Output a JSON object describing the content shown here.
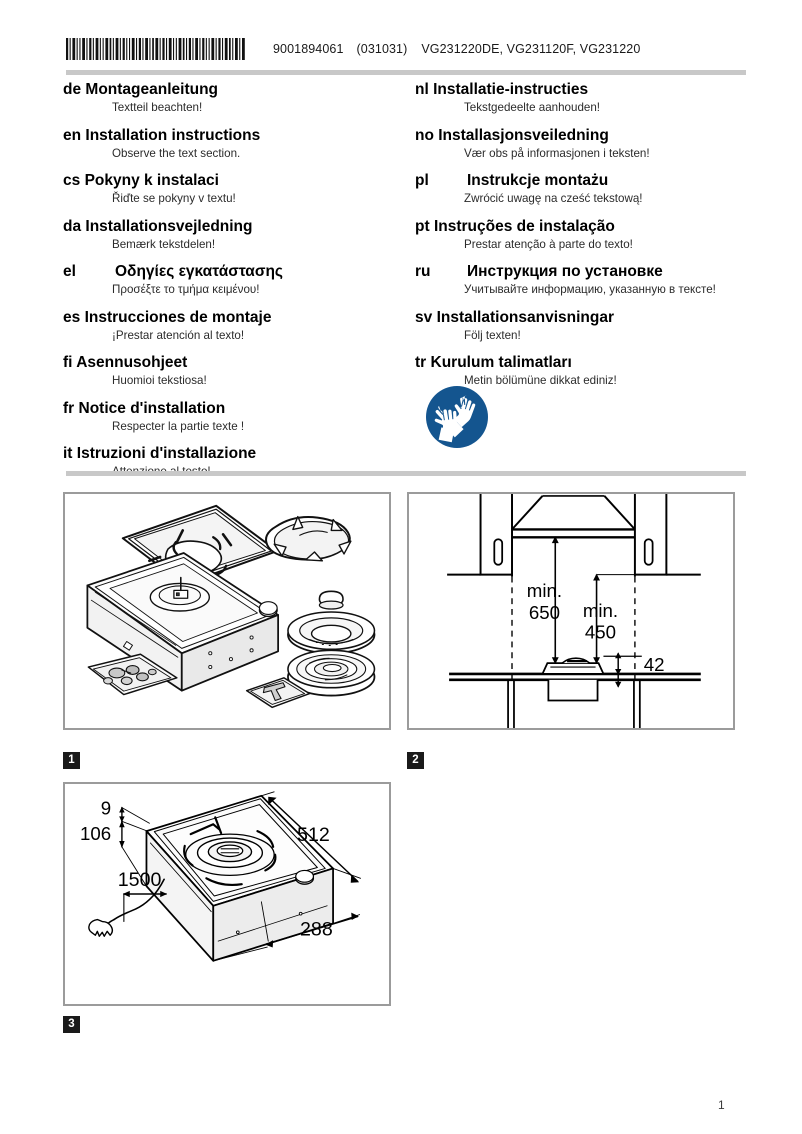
{
  "header": {
    "barcode_icon": "barcode",
    "part_number": "9001894061",
    "revision": "(031031)",
    "models": "VG231220DE, VG231120F, VG231220"
  },
  "languages_left": [
    {
      "code": "de",
      "title": "Montageanleitung",
      "note": "Textteil beachten!",
      "wide": false
    },
    {
      "code": "en",
      "title": "Installation instructions",
      "note": "Observe the text section.",
      "wide": false
    },
    {
      "code": "cs",
      "title": "Pokyny k instalaci",
      "note": "Řiďte se pokyny v textu!",
      "wide": false
    },
    {
      "code": "da",
      "title": "Installationsvejledning",
      "note": "Bemærk tekstdelen!",
      "wide": false
    },
    {
      "code": "el",
      "title": "Οδηγίες εγκατάστασης",
      "note": "Προσέξτε το τμήμα κειμένου!",
      "wide": true
    },
    {
      "code": "es",
      "title": "Instrucciones de montaje",
      "note": "¡Prestar atención al texto!",
      "wide": false
    },
    {
      "code": "fi",
      "title": "Asennusohjeet",
      "note": "Huomioi tekstiosa!",
      "wide": false
    },
    {
      "code": "fr",
      "title": "Notice d'installation",
      "note": "Respecter la partie texte !",
      "wide": false
    },
    {
      "code": "it",
      "title": "Istruzioni d'installazione",
      "note": "Attenzione al testo!",
      "wide": false
    }
  ],
  "languages_right": [
    {
      "code": "nl",
      "title": "Installatie-instructies",
      "note": "Tekstgedeelte aanhouden!",
      "wide": false
    },
    {
      "code": "no",
      "title": "Installasjonsveiledning",
      "note": "Vær obs på informasjonen i teksten!",
      "wide": false
    },
    {
      "code": "pl",
      "title": "Instrukcje montażu",
      "note": "Zwrócić uwagę na cześć tekstową!",
      "wide": true
    },
    {
      "code": "pt",
      "title": "Instruções de instalação",
      "note": "Prestar atenção à parte do texto!",
      "wide": false
    },
    {
      "code": "ru",
      "title": "Инструкция по установке",
      "note": "Учитывайте информацию, указанную в тексте!",
      "wide": true
    },
    {
      "code": "sv",
      "title": "Installationsanvisningar",
      "note": "Följ texten!",
      "wide": false
    },
    {
      "code": "tr",
      "title": "Kurulum talimatları",
      "note": "Metin bölümüne dikkat ediniz!",
      "wide": false
    }
  ],
  "safety_sign": {
    "icon": "protective-gloves-icon",
    "color": "#14558f",
    "meaning": "Wear protective gloves"
  },
  "figures": [
    {
      "number": "1",
      "name": "scope-of-delivery-exploded-view",
      "labels": []
    },
    {
      "number": "2",
      "name": "installation-clearances-front-view",
      "labels": [
        {
          "text": "min.",
          "value": "650"
        },
        {
          "text": "min.",
          "value": "450"
        },
        {
          "text": "",
          "value": "42"
        }
      ]
    },
    {
      "number": "3",
      "name": "appliance-dimensions-isometric",
      "labels": [
        {
          "text": "9"
        },
        {
          "text": "106"
        },
        {
          "text": "1500"
        },
        {
          "text": "512"
        },
        {
          "text": "288"
        }
      ]
    }
  ],
  "fig2_text": {
    "min1_label": "min.",
    "min1_value": "650",
    "min2_label": "min.",
    "min2_value": "450",
    "thickness": "42"
  },
  "fig3_text": {
    "d_9": "9",
    "d_106": "106",
    "d_1500": "1500",
    "d_512": "512",
    "d_288": "288"
  },
  "footer": {
    "page_number": "1"
  }
}
